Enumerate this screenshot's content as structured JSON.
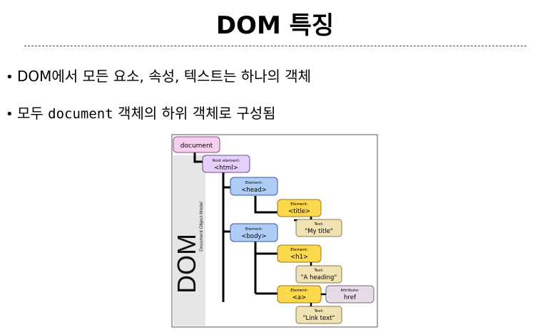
{
  "slide": {
    "title": "DOM 특징",
    "bullets": [
      {
        "text": "DOM에서 모든 요소, 속성, 텍스트는 하나의 객체"
      },
      {
        "code": "document",
        "text": " 객체의 하위 객체로 구성됨",
        "prefix": "모두 "
      }
    ]
  },
  "diagram": {
    "side_title": "DOM",
    "side_subtitle": "Document Object Model",
    "colors": {
      "document": "#f7d0ef",
      "root": "#e6d0fb",
      "element_blue": "#b0cdf8",
      "element_yellow": "#fbd84c",
      "text_node": "#f1e2b4",
      "attribute": "#e6dce8",
      "side_bar": "#e6e6e6"
    },
    "nodes": {
      "document": {
        "label": "document"
      },
      "root": {
        "caption": "Root element:",
        "label": "<html>"
      },
      "head": {
        "caption": "Element:",
        "label": "<head>"
      },
      "title": {
        "caption": "Element:",
        "label": "<title>"
      },
      "title_text": {
        "caption": "Text:",
        "label": "\"My title\""
      },
      "body": {
        "caption": "Element:",
        "label": "<body>"
      },
      "h1": {
        "caption": "Element:",
        "label": "<h1>"
      },
      "h1_text": {
        "caption": "Text:",
        "label": "\"A heading\""
      },
      "a": {
        "caption": "Element:",
        "label": "<a>"
      },
      "a_attr": {
        "caption": "Attribute:",
        "label": "href"
      },
      "a_text": {
        "caption": "Text:",
        "label": "\"Link text\""
      }
    }
  }
}
